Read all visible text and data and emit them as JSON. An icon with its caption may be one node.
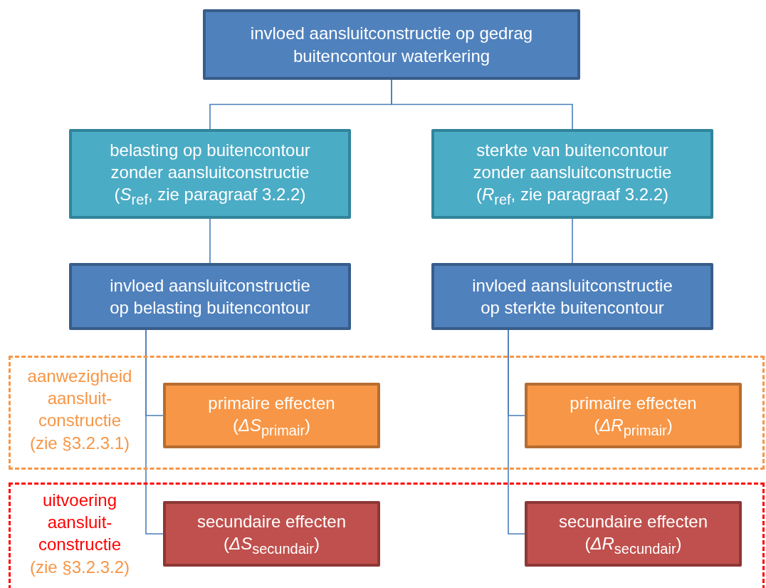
{
  "diagram": {
    "nodes": [
      {
        "text": [
          "invloed aansluitconstructie op gedrag buitencontour waterkering"
        ]
      },
      {
        "text": [
          "belasting op buitencontour zonder aansluitconstructie",
          "(*S*$_{ref}$, zie paragraaf 3.2.2)"
        ]
      },
      {
        "text": [
          "sterkte van buitencontour zonder aansluitconstructie",
          "(*R*$_{ref}$, zie paragraaf 3.2.2)"
        ]
      },
      {
        "text": [
          "invloed aansluitconstructie op belasting buitencontour"
        ]
      },
      {
        "text": [
          "invloed aansluitconstructie op sterkte buitencontour"
        ]
      },
      {
        "text": [
          "aanwezigheid aansluit- constructie",
          "(zie §3.2.3.1)"
        ]
      },
      {
        "text": [
          "primaire effecten",
          "(*ΔS*$_{primair}$)"
        ],
        "in": 5
      },
      {
        "text": [
          "primaire effecten",
          "(*ΔR*$_{primair}$)"
        ],
        "in": 5
      },
      {
        "text": [
          "uitvoering aansluit- constructie",
          "(zie §3.2.3.2)"
        ]
      },
      {
        "text": [
          "secundaire effecten",
          "(*ΔS*$_{secundair}$)"
        ],
        "in": 8
      },
      {
        "text": [
          "secundaire effecten",
          "(*ΔR*$_{secundair}$)"
        ],
        "in": 8
      }
    ],
    "edges": [
      {
        "from": 0,
        "to": 1,
        "arrow": "none"
      },
      {
        "from": 0,
        "to": 2,
        "arrow": "none"
      },
      {
        "from": 1,
        "to": 3,
        "arrow": "none"
      },
      {
        "from": 2,
        "to": 4,
        "arrow": "none"
      },
      {
        "from": 3,
        "to": 6,
        "arrow": "none"
      },
      {
        "from": 3,
        "to": 9,
        "arrow": "none"
      },
      {
        "from": 4,
        "to": 7,
        "arrow": "none"
      },
      {
        "from": 4,
        "to": 10,
        "arrow": "none"
      }
    ]
  }
}
